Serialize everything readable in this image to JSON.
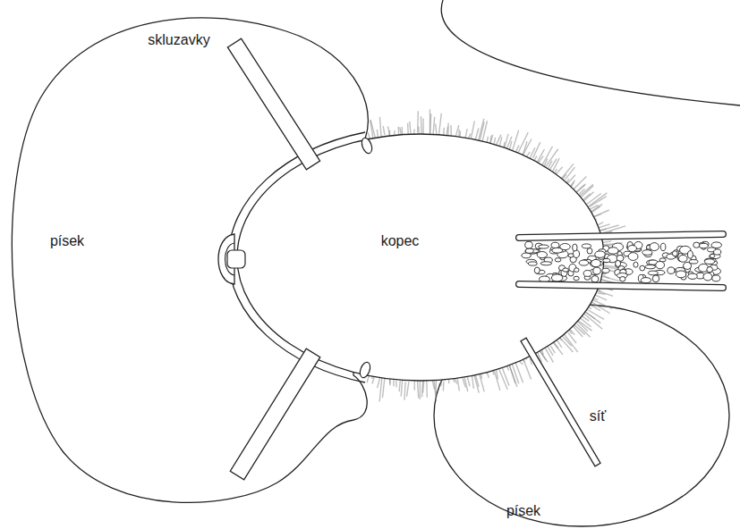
{
  "diagram": {
    "nodes": [
      {
        "text": [
          "písek"
        ]
      },
      {
        "text": [
          "kopec"
        ]
      },
      {
        "text": [
          "písek"
        ]
      }
    ],
    "labels": [
      "skluzavky",
      "síť"
    ]
  }
}
